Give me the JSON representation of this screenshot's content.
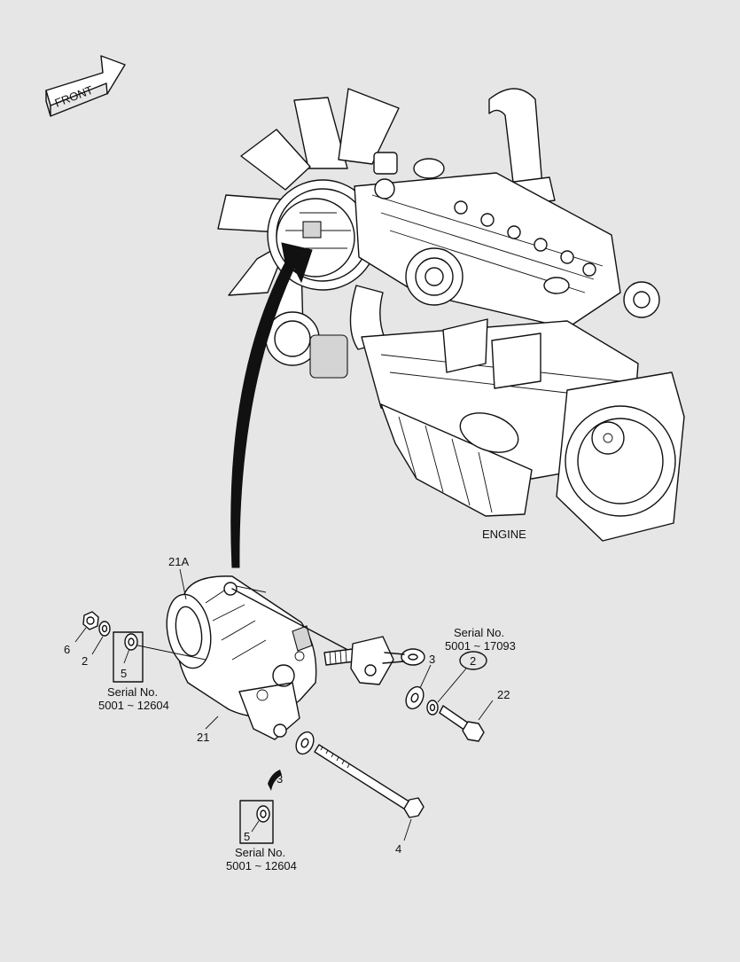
{
  "diagram": {
    "front_label": "FRONT",
    "engine_label": "ENGINE",
    "callouts": {
      "alternator_assy": "21A",
      "alternator": "21",
      "nut": "6",
      "washer_left": "2",
      "spacer_left": "5",
      "washer_upper": "3",
      "washer_circled": "2",
      "bolt_upper": "22",
      "washer_lower": "3",
      "bolt_lower": "4",
      "spacer_lower": "5"
    },
    "notes": {
      "left_serial_title": "Serial No.",
      "left_serial_range": "5001 ~ 12604",
      "right_serial_title": "Serial No.",
      "right_serial_range": "5001 ~ 17093",
      "bottom_serial_title": "Serial No.",
      "bottom_serial_range": "5001 ~ 12604"
    }
  }
}
